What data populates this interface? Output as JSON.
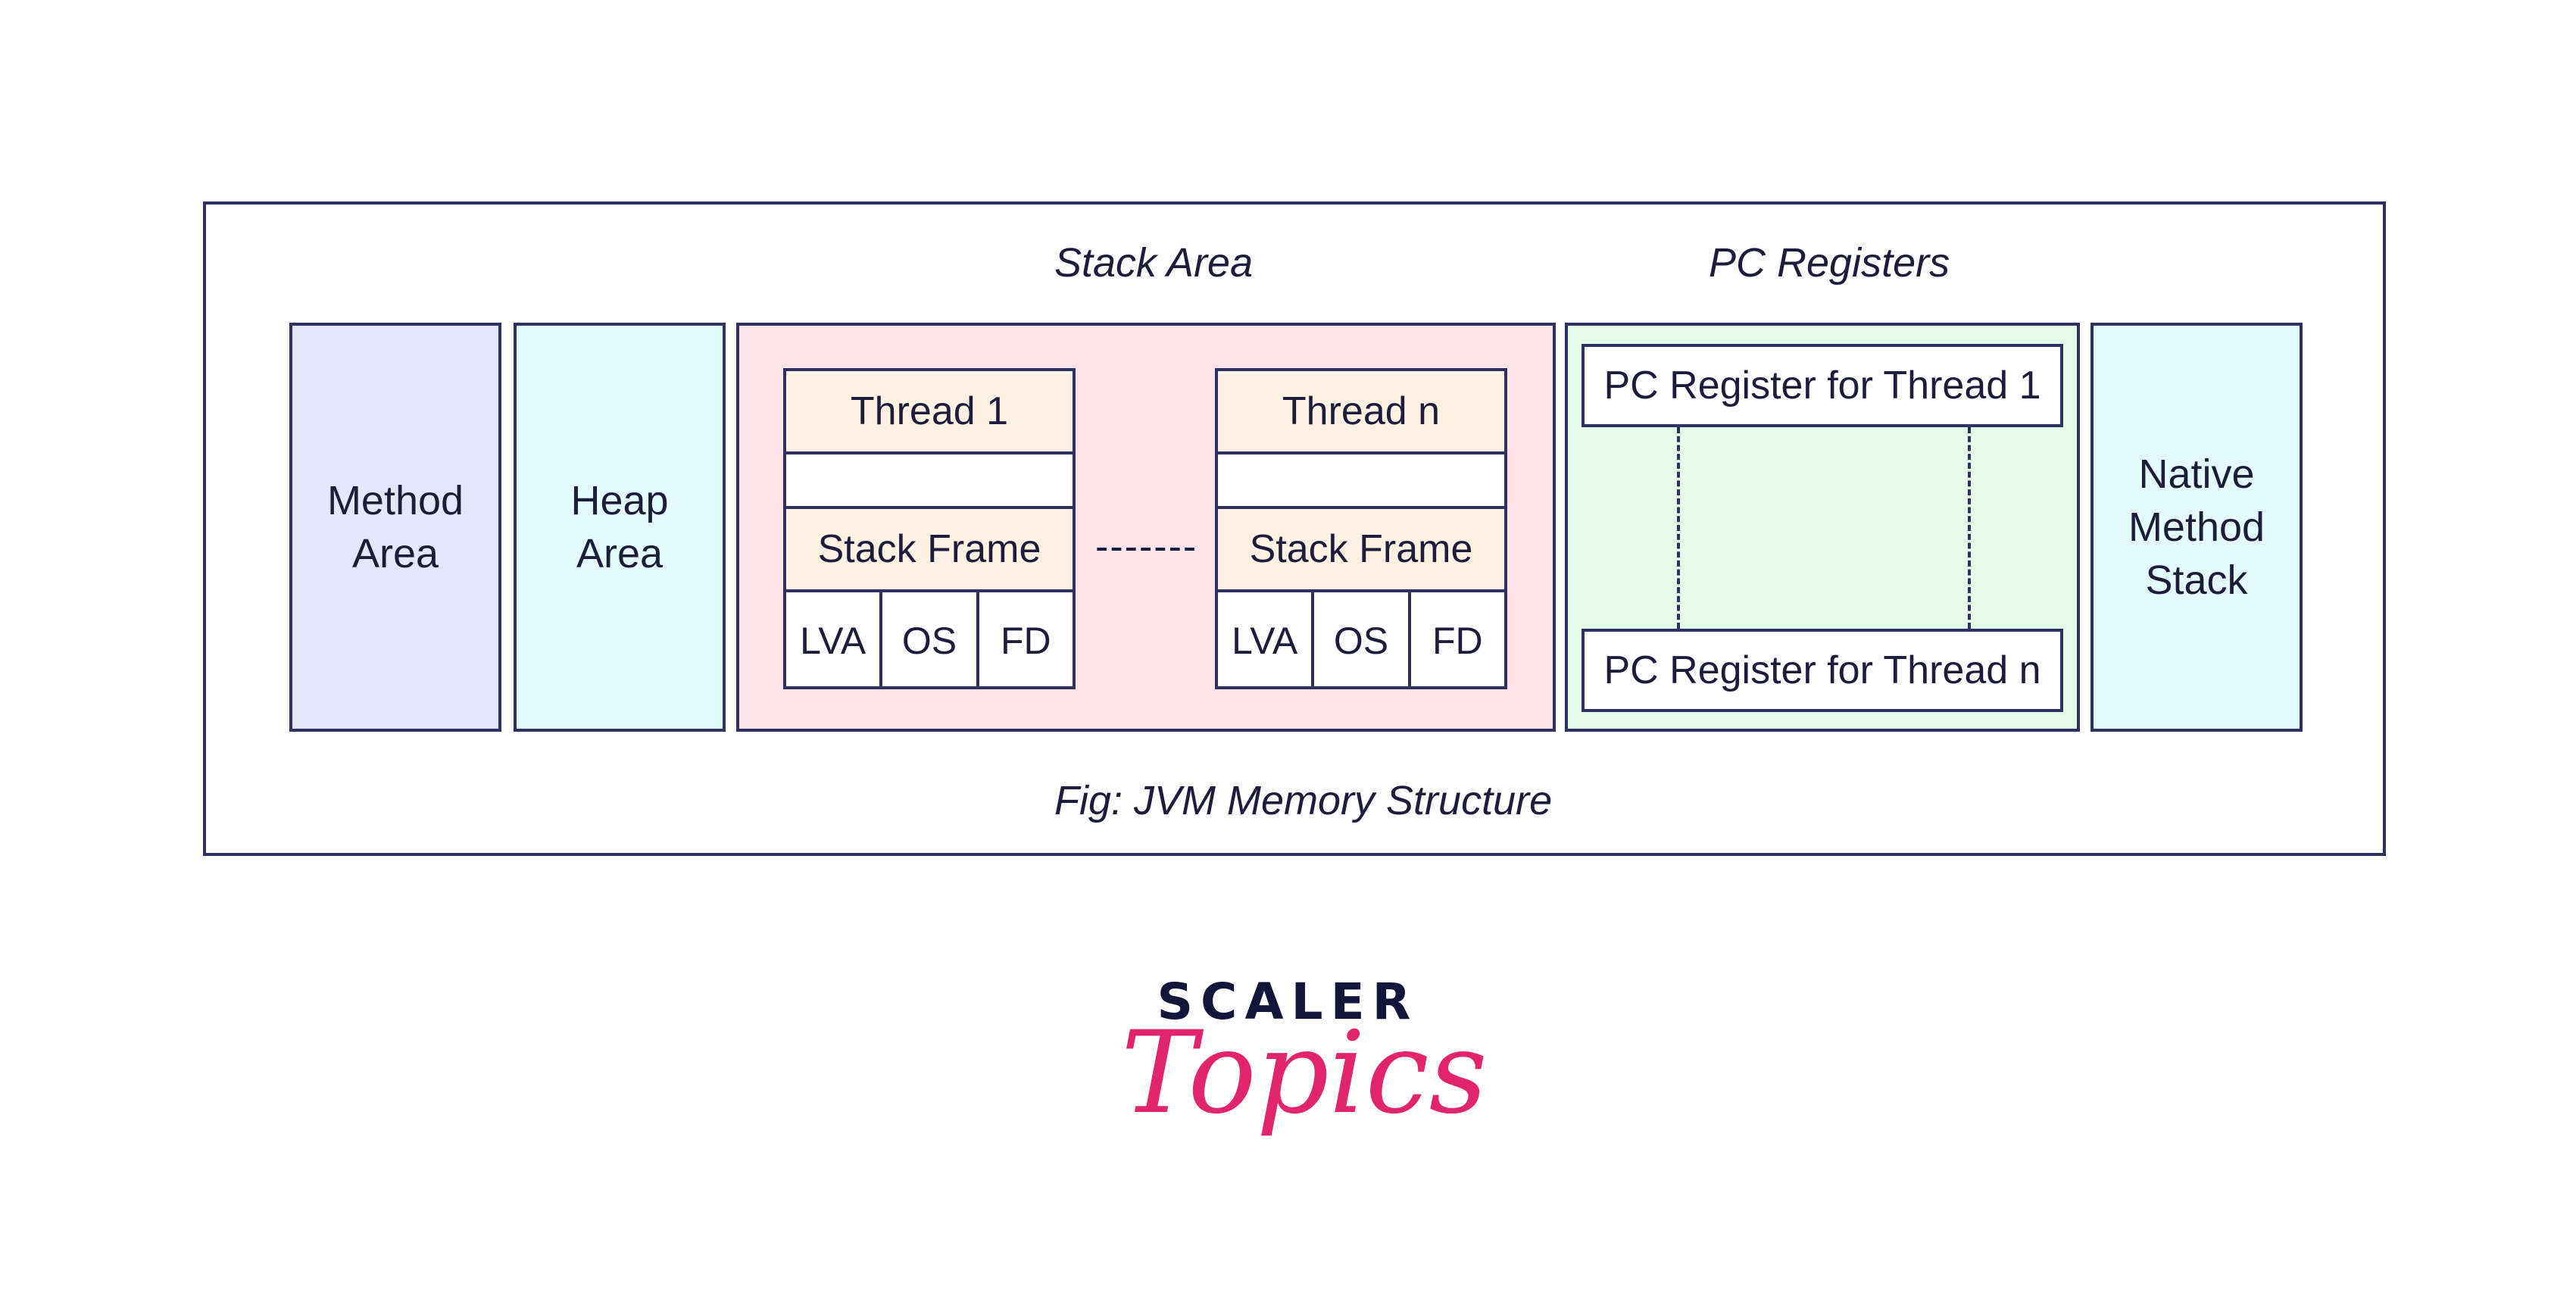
{
  "diagram": {
    "stack_area_title": "Stack Area",
    "pc_registers_title": "PC Registers",
    "caption": "Fig: JVM Memory Structure",
    "method_area": "Method\nArea",
    "heap_area": "Heap\nArea",
    "native_method_stack": "Native\nMethod\nStack",
    "threads": [
      {
        "name": "Thread 1",
        "frame": "Stack Frame",
        "cells": [
          "LVA",
          "OS",
          "FD"
        ]
      },
      {
        "name": "Thread n",
        "frame": "Stack Frame",
        "cells": [
          "LVA",
          "OS",
          "FD"
        ]
      }
    ],
    "thread_separator": "-------",
    "pc_register_first": "PC Register for Thread 1",
    "pc_register_last": "PC Register for Thread n"
  },
  "logo": {
    "line1": "SCALER",
    "line2": "Topics"
  },
  "colors": {
    "stroke": "#2f3160",
    "method_area": "#e6e6fb",
    "heap_area": "#e3fbfc",
    "stack_area": "#fde4ea",
    "pc_registers": "#e6fbea",
    "native_method_stack": "#e3fbfc",
    "thread_header": "#fdf1e3",
    "logo_pink": "#e0256d",
    "logo_navy": "#12163b"
  }
}
